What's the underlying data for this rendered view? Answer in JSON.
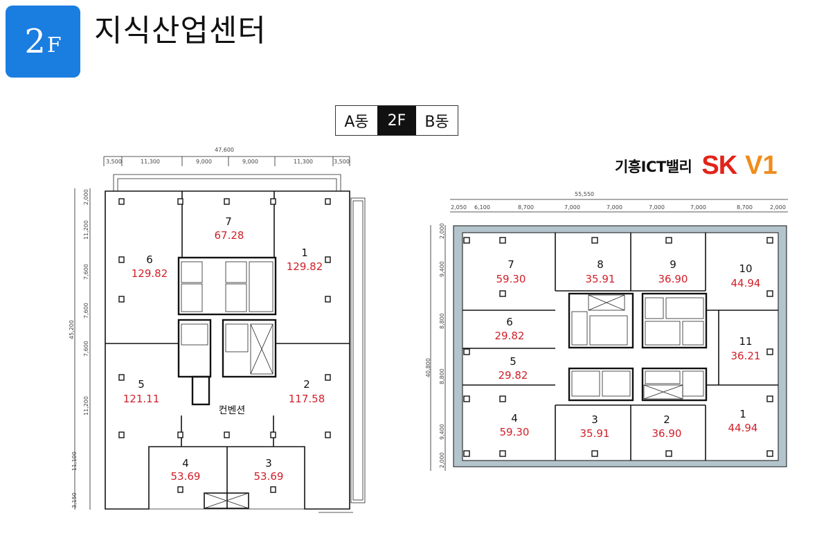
{
  "header": {
    "floor_number": "2",
    "floor_suffix": "F",
    "title": "지식산업센터"
  },
  "switcher": {
    "prev": "A동",
    "current": "2F",
    "next": "B동"
  },
  "brand": {
    "label": "기흥ICT밸리",
    "logo_sk": "SK",
    "logo_v1": "V1"
  },
  "colors": {
    "badge": "#1a7de0",
    "area_text": "#d0202a",
    "sk_red": "#e2231a",
    "v1_orange": "#f08c1c",
    "wall_gray": "#b3c4cc"
  },
  "plan_a": {
    "total_width": "47,600",
    "top_dims": [
      "3,500",
      "11,300",
      "9,000",
      "9,000",
      "11,300",
      "3,500"
    ],
    "side_total": "45,200",
    "side_dims": [
      "2,000",
      "11,200",
      "7,600",
      "7,600",
      "7,600",
      "11,200",
      "11,100",
      "3,150"
    ],
    "convention_label": "컨벤션",
    "units": [
      {
        "num": "7",
        "area": "67.28"
      },
      {
        "num": "6",
        "area": "129.82"
      },
      {
        "num": "1",
        "area": "129.82"
      },
      {
        "num": "5",
        "area": "121.11"
      },
      {
        "num": "2",
        "area": "117.58"
      },
      {
        "num": "4",
        "area": "53.69"
      },
      {
        "num": "3",
        "area": "53.69"
      }
    ]
  },
  "plan_b": {
    "total_width": "55,550",
    "top_dims": [
      "2,050",
      "6,100",
      "8,700",
      "7,000",
      "7,000",
      "7,000",
      "7,000",
      "8,700",
      "2,000"
    ],
    "side_total": "40,800",
    "side_dims": [
      "2,000",
      "9,400",
      "8,800",
      "8,800",
      "9,400",
      "2,000"
    ],
    "units": [
      {
        "num": "7",
        "area": "59.30"
      },
      {
        "num": "8",
        "area": "35.91"
      },
      {
        "num": "9",
        "area": "36.90"
      },
      {
        "num": "10",
        "area": "44.94"
      },
      {
        "num": "6",
        "area": "29.82"
      },
      {
        "num": "11",
        "area": "36.21"
      },
      {
        "num": "5",
        "area": "29.82"
      },
      {
        "num": "4",
        "area": "59.30"
      },
      {
        "num": "3",
        "area": "35.91"
      },
      {
        "num": "2",
        "area": "36.90"
      },
      {
        "num": "1",
        "area": "44.94"
      }
    ]
  }
}
